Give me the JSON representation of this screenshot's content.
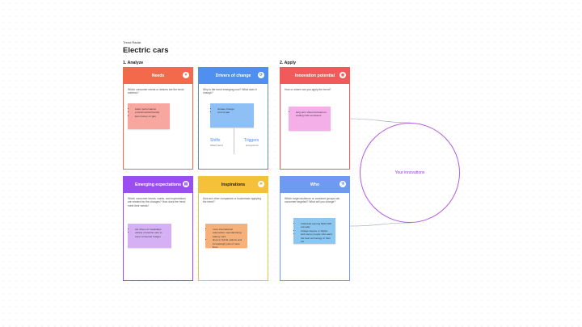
{
  "board": {
    "label": "Trend Radar",
    "title": "Electric cars"
  },
  "sections": {
    "analyze": "1. Analyze",
    "apply": "2. Apply"
  },
  "colors": {
    "needs": "#f2694c",
    "drivers": "#4f8ff0",
    "potential": "#f05a5a",
    "expectations": "#9a4df0",
    "inspirations": "#f5c03a",
    "who": "#6f9af2"
  },
  "cards": {
    "needs": {
      "title": "Needs",
      "icon": "heart-icon",
      "prompt": "Which consumer needs or desires are the trend address?",
      "note": [
        "better performance",
        "environmental friendly",
        "less money on gas"
      ]
    },
    "drivers": {
      "title": "Drivers of change",
      "icon": "cycle-icon",
      "prompt": "Why is the trend emerging now? What does it change?",
      "note": [
        "climate change",
        "cost of gas"
      ],
      "shifts": {
        "label": "Shifts",
        "sub": "(Short term)"
      },
      "triggers": {
        "label": "Triggers",
        "sub": "(Long term)"
      }
    },
    "potential": {
      "title": "Innovation potential",
      "icon": "bulb-icon",
      "prompt": "How or where can you apply the trend?",
      "note": [
        "long term vision focused on scaling CO2 emissions"
      ]
    },
    "expectations": {
      "title": "Emerging expectations",
      "icon": "chart-icon",
      "prompt": "Which consumer trends, wants, and expectations are created by the changes? How does the trend meet their needs?",
      "note": [
        "car driven on weekdays",
        "variety of electric cars to meet consumer budget"
      ]
    },
    "inspirations": {
      "title": "Inspirations",
      "icon": "lightbulb-icon",
      "prompt": "How are other companies or businesses applying the trend?",
      "note": [
        "more international automotive manufacturing battery cars",
        "shop in hybrid options and increasingly part of more lines"
      ]
    },
    "who": {
      "title": "Who",
      "icon": "flask-icon",
      "prompt": "Which target audience or customer groups can consumer targeted? What will you change?",
      "note": [
        "Individual earning $100,000 annually",
        "college degree or higher",
        "tech savvy people who want the best technology in their car"
      ]
    }
  },
  "innovations": {
    "label": "Your innovations"
  }
}
